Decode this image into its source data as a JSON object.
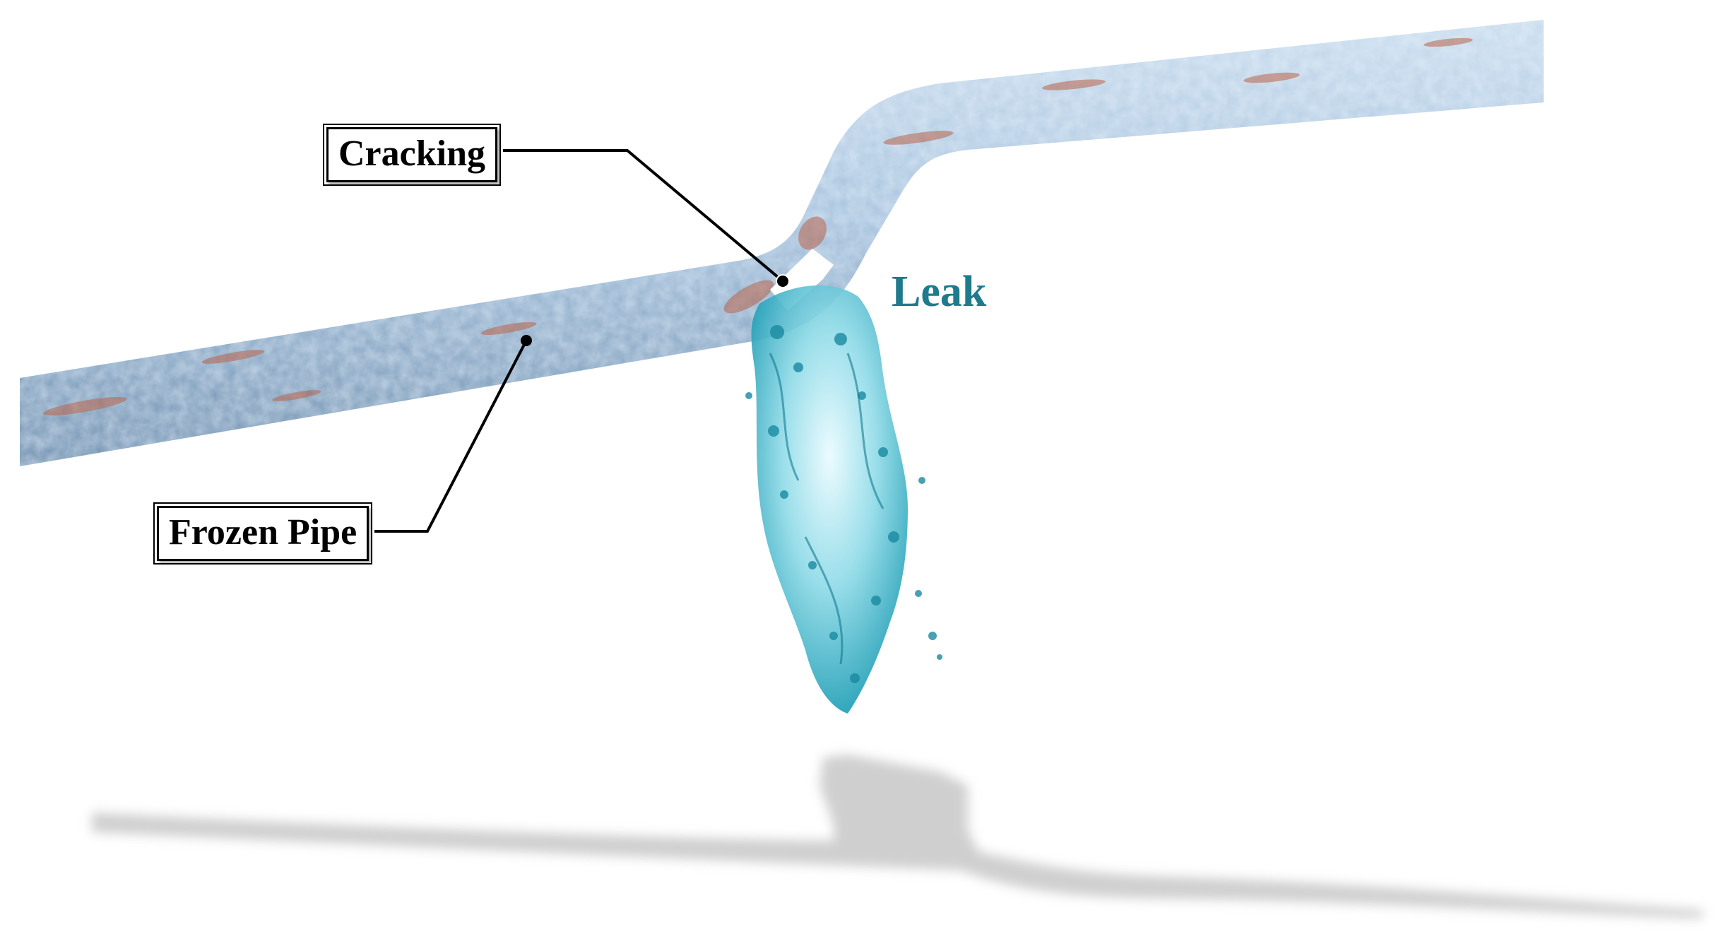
{
  "labels": {
    "cracking": "Cracking",
    "frozen_pipe": "Frozen Pipe",
    "leak": "Leak"
  },
  "colors": {
    "pipe_frost": "#a9c6df",
    "pipe_rust": "#b9634a",
    "water": "#2fb8cc",
    "leak_label": "#1e7a8c",
    "shadow": "#c8c8c8",
    "callout_line": "#000000"
  }
}
